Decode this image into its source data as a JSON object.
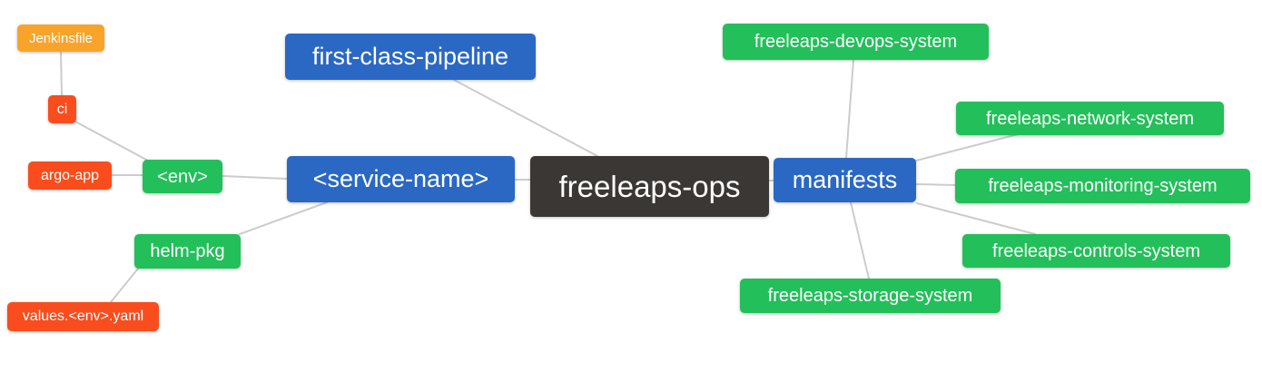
{
  "mindmap": {
    "root": {
      "label": "freeleaps-ops",
      "color": "#3b3734"
    },
    "left_branch": {
      "service_name": {
        "label": "<service-name>",
        "color": "#2a68c4"
      },
      "first_class_pipeline": {
        "label": "first-class-pipeline",
        "color": "#2a68c4"
      },
      "env": {
        "label": "<env>",
        "color": "#23bf5a"
      },
      "ci": {
        "label": "ci",
        "color": "#f94d1e"
      },
      "jenkinsfile": {
        "label": "Jenkinsfile",
        "color": "#f8a42a"
      },
      "argo_app": {
        "label": "argo-app",
        "color": "#f94d1e"
      },
      "helm_pkg": {
        "label": "helm-pkg",
        "color": "#23bf5a"
      },
      "values_env_yaml": {
        "label": "values.<env>.yaml",
        "color": "#f94d1e"
      }
    },
    "right_branch": {
      "manifests": {
        "label": "manifests",
        "color": "#2a68c4"
      },
      "systems": [
        {
          "label": "freeleaps-devops-system",
          "color": "#23bf5a"
        },
        {
          "label": "freeleaps-network-system",
          "color": "#23bf5a"
        },
        {
          "label": "freeleaps-monitoring-system",
          "color": "#23bf5a"
        },
        {
          "label": "freeleaps-controls-system",
          "color": "#23bf5a"
        },
        {
          "label": "freeleaps-storage-system",
          "color": "#23bf5a"
        }
      ]
    },
    "edge_color": "#cccccc",
    "background_color": "#ffffff"
  }
}
